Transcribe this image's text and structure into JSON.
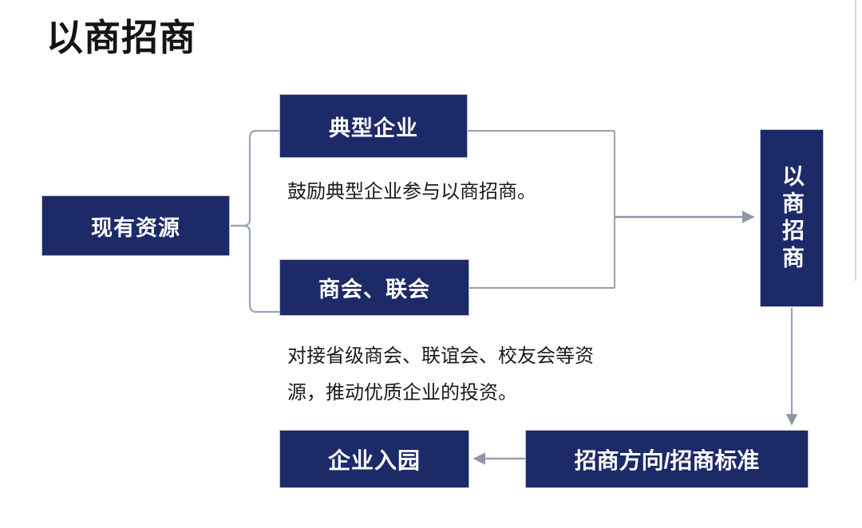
{
  "page": {
    "title": "以商招商"
  },
  "colors": {
    "navy": "#1d2a68",
    "box_border": "#b9bdd0",
    "connector": "#9aa0ae",
    "bracket": "#9aa4bb",
    "text_dark": "#1a1a1a",
    "title_black": "#141414",
    "page_rule": "#d8d8d8",
    "background": "#ffffff"
  },
  "diagram": {
    "type": "flow-diagram",
    "nodes": {
      "existing_resources": {
        "label": "现有资源",
        "orientation": "horizontal"
      },
      "typical_enterprise": {
        "label": "典型企业",
        "orientation": "horizontal"
      },
      "chamber_union": {
        "label": "商会、联会",
        "orientation": "horizontal"
      },
      "merchant_invite": {
        "label": "以商招商",
        "orientation": "vertical"
      },
      "enterprise_entry": {
        "label": "企业入园",
        "orientation": "horizontal"
      },
      "direction_standard": {
        "label": "招商方向/招商标准",
        "orientation": "horizontal"
      }
    },
    "descriptions": {
      "typical_enterprise": "鼓励典型企业参与以商招商。",
      "chamber_union": "对接省级商会、联谊会、校友会等资\n源，推动优质企业的投资。"
    },
    "connections": [
      {
        "from": "existing_resources",
        "to": "typical_enterprise",
        "style": "bracket"
      },
      {
        "from": "existing_resources",
        "to": "chamber_union",
        "style": "bracket"
      },
      {
        "from": "typical_enterprise",
        "to": "merchant_invite",
        "style": "arrow-right"
      },
      {
        "from": "chamber_union",
        "to": "merchant_invite",
        "style": "arrow-right"
      },
      {
        "from": "merchant_invite",
        "to": "direction_standard",
        "style": "arrow-down"
      },
      {
        "from": "direction_standard",
        "to": "enterprise_entry",
        "style": "arrow-left"
      }
    ]
  }
}
